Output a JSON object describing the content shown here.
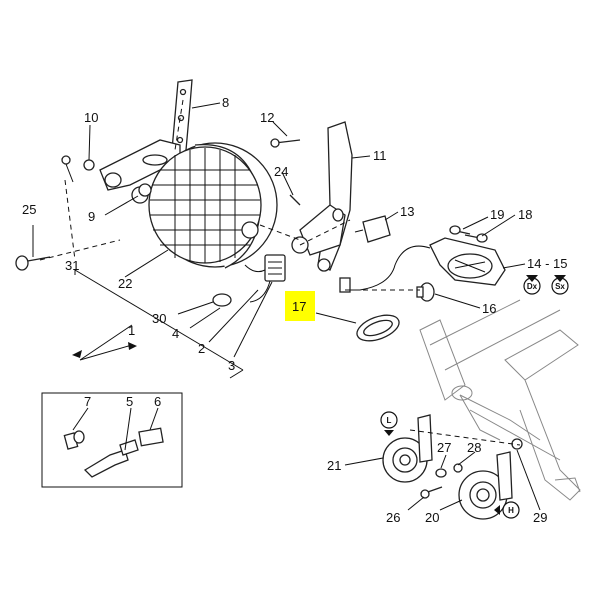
{
  "labels": {
    "l1": "1",
    "l2": "2",
    "l3": "3",
    "l4": "4",
    "l5": "5",
    "l6": "6",
    "l7": "7",
    "l8": "8",
    "l9": "9",
    "l10": "10",
    "l11": "11",
    "l12": "12",
    "l13": "13",
    "l14": "14 - 15",
    "l16": "16",
    "l17": "17",
    "l18": "18",
    "l19": "19",
    "l20": "20",
    "l21": "21",
    "l22": "22",
    "l24": "24",
    "l25": "25",
    "l26": "26",
    "l27": "27",
    "l28": "28",
    "l29": "29",
    "l30": "30",
    "l31": "31"
  },
  "badges": {
    "dx": "Dx",
    "sx": "Sx",
    "l": "L",
    "h": "H"
  },
  "highlight": {
    "color": "#ffff00",
    "label": "17"
  }
}
